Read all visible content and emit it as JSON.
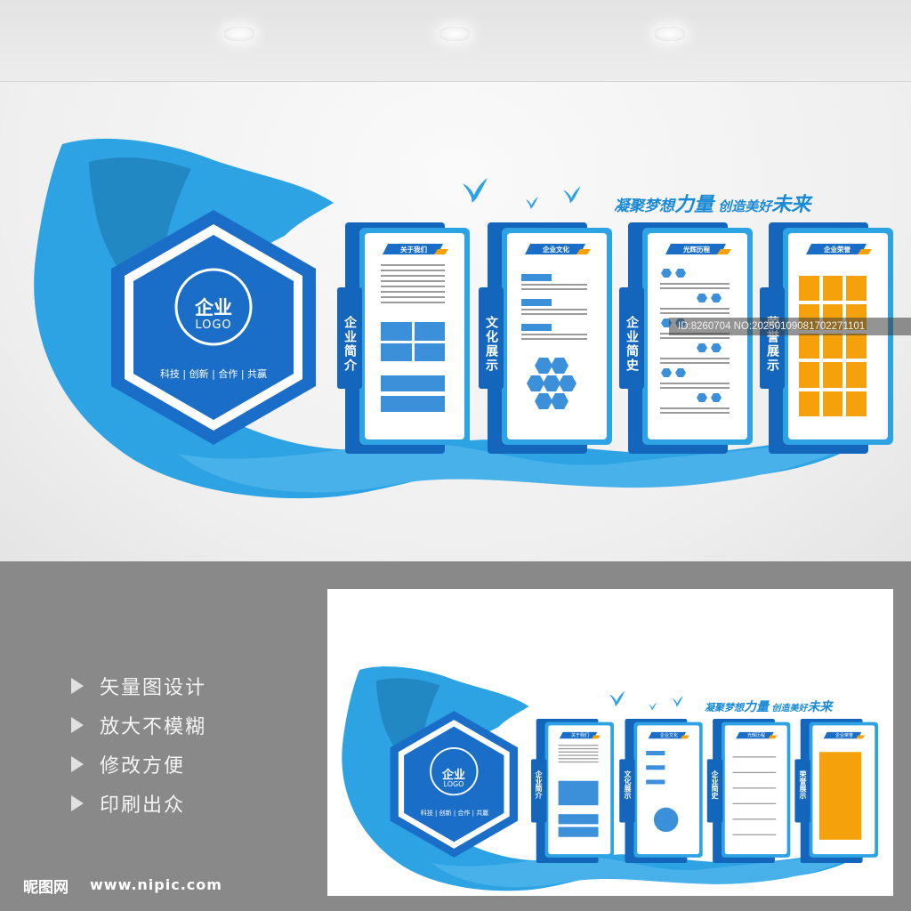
{
  "logo": {
    "main": "企业",
    "sub": "LOGO",
    "tagline": "科技 | 创新 | 合作 | 共赢"
  },
  "slogan": {
    "part1": "凝聚梦想",
    "part2": "力量",
    "part3": " 创造美好",
    "part4": "未来"
  },
  "panels": [
    {
      "tab": "企业简介",
      "header": "关于我们"
    },
    {
      "tab": "文化展示",
      "header": "企业文化"
    },
    {
      "tab": "企业简史",
      "header": "光辉历程"
    },
    {
      "tab": "荣誉展示",
      "header": "企业荣誉"
    }
  ],
  "features": [
    "矢量图设计",
    "放大不模糊",
    "修改方便",
    "印刷出众"
  ],
  "footer": {
    "logo_text": "昵图网",
    "url": "www.nipic.com",
    "id_text": "ID:8260704 NO:20250109081702271101"
  },
  "colors": {
    "blue": "#1b6ec8",
    "light_blue": "#2ea3e3",
    "panel_blue": "#1466bd",
    "orange": "#f5a10b",
    "cell_blue": "#3c8fd9"
  },
  "icons": [
    "bird-icon",
    "play-triangle-icon"
  ]
}
